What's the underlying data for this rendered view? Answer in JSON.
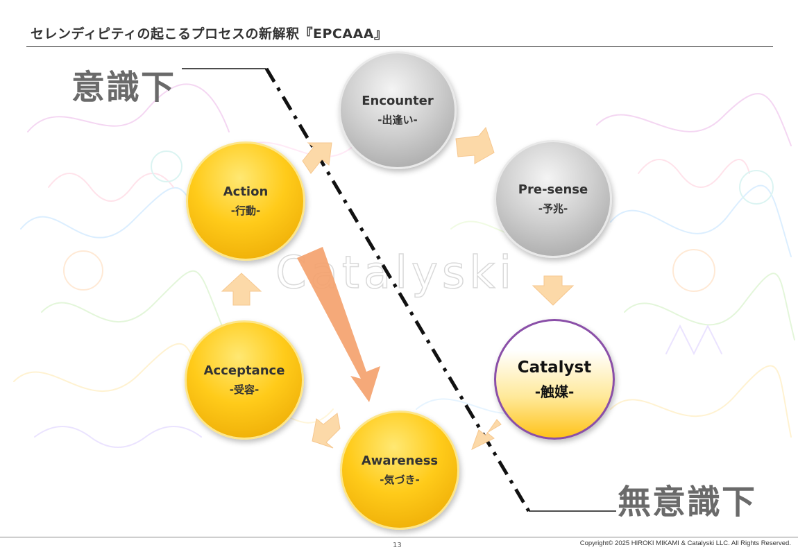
{
  "header": {
    "title": "セレンディピティの起こるプロセスの新解釈『EPCAAA』"
  },
  "labels": {
    "conscious": "意識下",
    "unconscious": "無意識下"
  },
  "watermark": "Catalyski",
  "nodes": [
    {
      "id": "encounter",
      "en": "Encounter",
      "jp": "-出逢い-"
    },
    {
      "id": "presense",
      "en": "Pre-sense",
      "jp": "-予兆-"
    },
    {
      "id": "catalyst",
      "en": "Catalyst",
      "jp": "-触媒-"
    },
    {
      "id": "awareness",
      "en": "Awareness",
      "jp": "-気づき-"
    },
    {
      "id": "acceptance",
      "en": "Acceptance",
      "jp": "-受容-"
    },
    {
      "id": "action",
      "en": "Action",
      "jp": "-行動-"
    }
  ],
  "colors": {
    "gray_node": "#b5b5b5",
    "gold_node": "#ffc817",
    "catalyst_border": "#8a4fa8",
    "flow_arrow": "#fcd9a8",
    "big_arrow": "#f4a06a",
    "divider_line": "#111111"
  },
  "footer": {
    "page_number": "13",
    "copyright": "Copyright© 2025 HIROKI MIKAMI & Catalyski LLC. All Rights Reserved."
  }
}
